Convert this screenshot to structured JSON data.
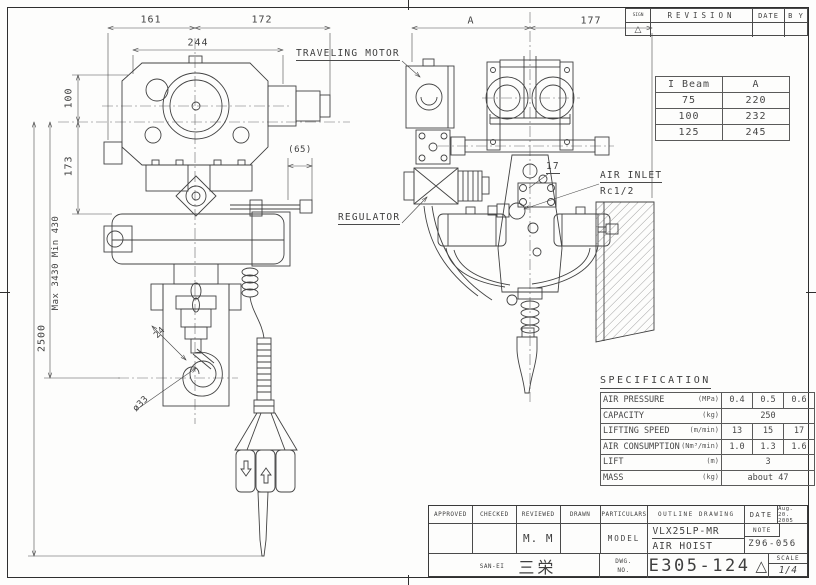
{
  "revision_block": {
    "sign_label": "SIGN",
    "title": "REVISION",
    "date_label": "DATE",
    "by_label": "B Y",
    "rev_mark": "△"
  },
  "ibeam_table": {
    "col1": "I Beam",
    "col2": "A",
    "rows": [
      {
        "beam": "75",
        "a": "220"
      },
      {
        "beam": "100",
        "a": "232"
      },
      {
        "beam": "125",
        "a": "245"
      }
    ]
  },
  "labels": {
    "traveling_motor": "TRAVELING MOTOR",
    "regulator": "REGULATOR",
    "air_inlet": "AIR INLET",
    "air_inlet_thread": "Rc1/2"
  },
  "dimensions": {
    "d161": "161",
    "d172": "172",
    "d244": "244",
    "d100": "100",
    "d173": "173",
    "hook_travel": "Max 3430 Min 430",
    "d2500": "2500",
    "d65": "(65)",
    "d24": "24",
    "d33": "ø33",
    "dA": "A",
    "d177": "177",
    "d17": "17"
  },
  "spec": {
    "title": "SPECIFICATION",
    "rows": [
      {
        "label": "AIR PRESSURE",
        "unit": "(MPa)",
        "v1": "0.4",
        "v2": "0.5",
        "v3": "0.6"
      },
      {
        "label": "CAPACITY",
        "unit": "(kg)",
        "value": "250"
      },
      {
        "label": "LIFTING SPEED",
        "unit": "(m/min)",
        "v1": "13",
        "v2": "15",
        "v3": "17"
      },
      {
        "label": "AIR CONSUMPTION",
        "unit": "(Nm³/min)",
        "v1": "1.0",
        "v2": "1.3",
        "v3": "1.6"
      },
      {
        "label": "LIFT",
        "unit": "(m)",
        "value": "3"
      },
      {
        "label": "MASS",
        "unit": "(kg)",
        "value": "about 47"
      }
    ]
  },
  "title_block": {
    "approved_label": "APPROVED",
    "checked_label": "CHECKED",
    "reviewed_label": "REVIEWED",
    "drawn_label": "DRAWN",
    "particulars_label": "PARTICULARS",
    "drawing_type": "OUTLINE DRAWING",
    "date_label": "DATE",
    "date_value": "Aug. 20. 2005",
    "reviewed_value": "M. M",
    "model_label": "MODEL",
    "model_value": "VLX25LP-MR",
    "product_value": "AIR HOIST",
    "note_label": "NOTE",
    "note_value": "Z96-056",
    "company_en": "SAN-EI",
    "company_jp": "三栄",
    "dwg_label_line1": "DWG.",
    "dwg_label_line2": "NO.",
    "drawing_number": "E305-124",
    "revision_mark": "△",
    "scale_label": "SCALE",
    "scale_value": "1/4"
  }
}
